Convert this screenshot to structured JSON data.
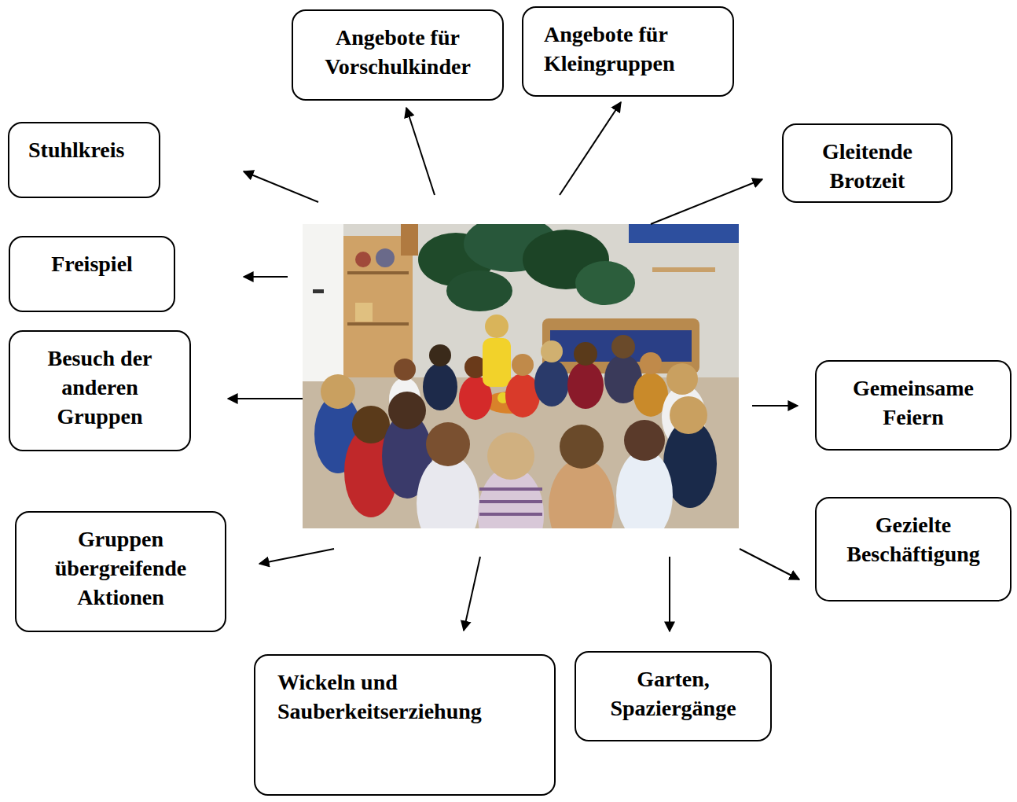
{
  "diagram": {
    "nodes": [
      {
        "text": [
          "Angebote für Vorschulkinder"
        ]
      },
      {
        "text": [
          "Angebote für Kleingruppen"
        ]
      },
      {
        "text": [
          "Stuhlkreis"
        ]
      },
      {
        "text": [
          "Gleitende Brotzeit"
        ]
      },
      {
        "text": [
          "Freispiel"
        ]
      },
      {
        "text": [
          "Besuch der anderen Gruppen"
        ]
      },
      {
        "text": [
          "Gemeinsame Feiern"
        ]
      },
      {
        "text": [
          "Gruppen übergreifende Aktionen"
        ]
      },
      {
        "text": [
          "Gezielte Beschäftigung"
        ]
      },
      {
        "text": [
          "Wickeln und Sauberkeitserziehung"
        ]
      },
      {
        "text": [
          "Garten, Spaziergänge"
        ]
      }
    ]
  }
}
